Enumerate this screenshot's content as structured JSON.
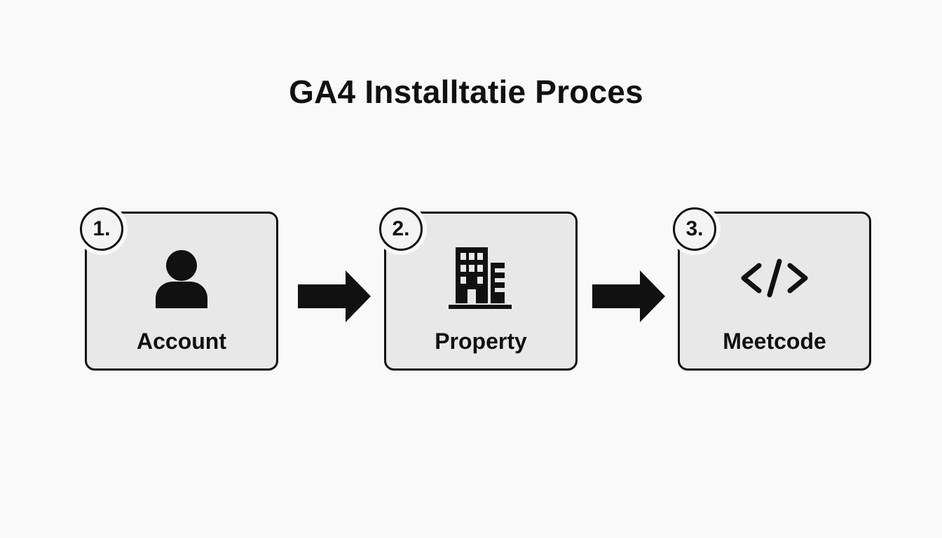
{
  "title": "GA4 Installtatie Proces",
  "steps": [
    {
      "number": "1.",
      "label": "Account",
      "icon": "user-icon"
    },
    {
      "number": "2.",
      "label": "Property",
      "icon": "building-icon"
    },
    {
      "number": "3.",
      "label": "Meetcode",
      "icon": "code-icon"
    }
  ],
  "colors": {
    "background": "#f9f9f9",
    "card": "#e8e8e8",
    "ink": "#111111"
  }
}
